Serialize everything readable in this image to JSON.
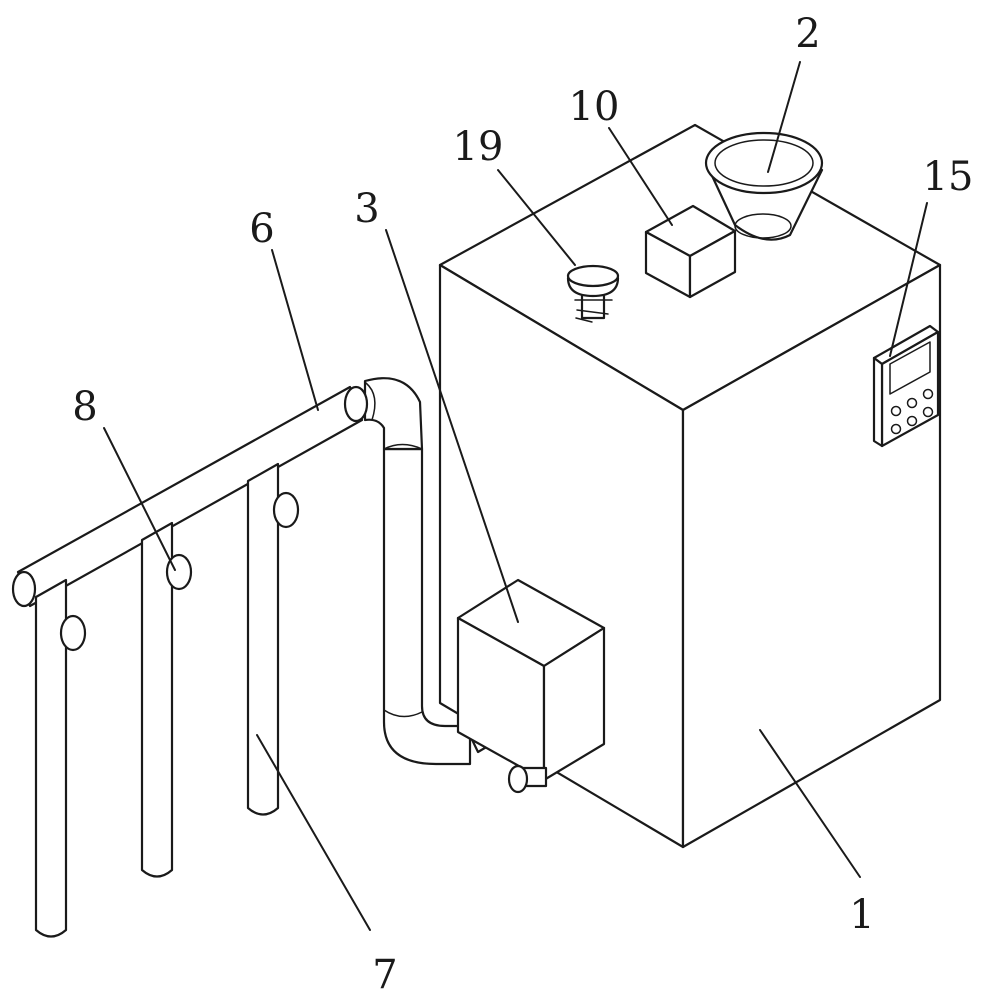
{
  "figure": {
    "labels": [
      {
        "id": "callout-1",
        "text": "1"
      },
      {
        "id": "callout-2",
        "text": "2"
      },
      {
        "id": "callout-3",
        "text": "3"
      },
      {
        "id": "callout-6",
        "text": "6"
      },
      {
        "id": "callout-7",
        "text": "7"
      },
      {
        "id": "callout-8",
        "text": "8"
      },
      {
        "id": "callout-10",
        "text": "10"
      },
      {
        "id": "callout-15",
        "text": "15"
      },
      {
        "id": "callout-19",
        "text": "19"
      }
    ]
  }
}
